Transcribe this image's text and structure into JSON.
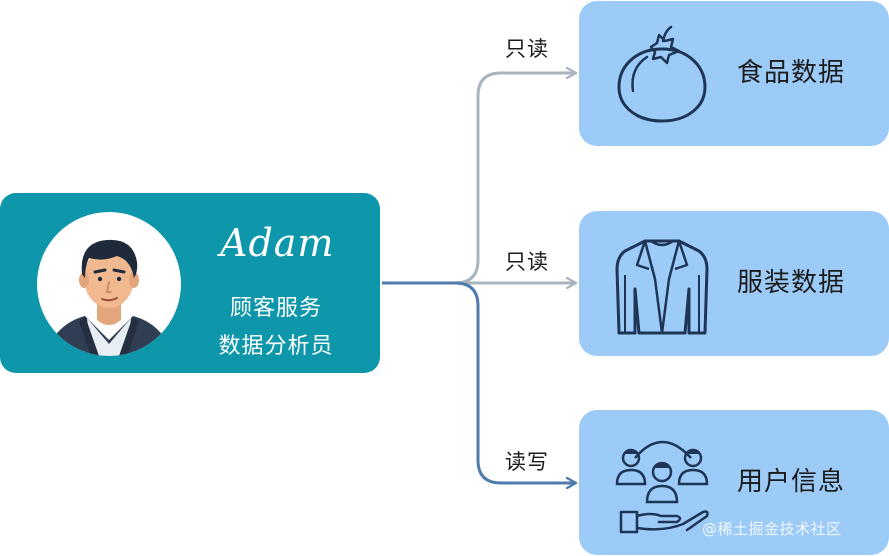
{
  "user": {
    "name": "Adam",
    "role_line1": "顾客服务",
    "role_line2": "数据分析员"
  },
  "targets": [
    {
      "label": "食品数据",
      "icon": "tomato-icon",
      "access": "只读"
    },
    {
      "label": "服装数据",
      "icon": "jacket-icon",
      "access": "只读"
    },
    {
      "label": "用户信息",
      "icon": "users-hand-icon",
      "access": "读写"
    }
  ],
  "watermark": "@稀土掘金技术社区",
  "colors": {
    "user_card": "#0e96ab",
    "target_box": "#9ccbf8",
    "read_only_line": "#a9b4bf",
    "read_write_line": "#4f7bad",
    "icon_stroke": "#1e3556"
  }
}
